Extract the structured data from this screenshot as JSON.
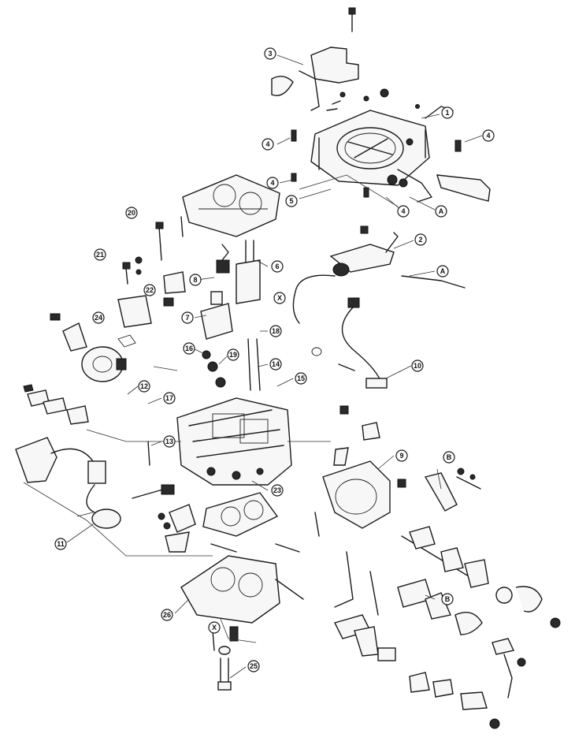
{
  "callouts": [
    {
      "id": "c1",
      "label": "1"
    },
    {
      "id": "c2",
      "label": "2"
    },
    {
      "id": "c3",
      "label": "3"
    },
    {
      "id": "c4a",
      "label": "4"
    },
    {
      "id": "c4b",
      "label": "4"
    },
    {
      "id": "c4c",
      "label": "4"
    },
    {
      "id": "c4d",
      "label": "4"
    },
    {
      "id": "c5",
      "label": "5"
    },
    {
      "id": "c6",
      "label": "6"
    },
    {
      "id": "c7",
      "label": "7"
    },
    {
      "id": "c8",
      "label": "8"
    },
    {
      "id": "c9",
      "label": "9"
    },
    {
      "id": "c10",
      "label": "10"
    },
    {
      "id": "c11",
      "label": "11"
    },
    {
      "id": "c12",
      "label": "12"
    },
    {
      "id": "c13",
      "label": "13"
    },
    {
      "id": "c14",
      "label": "14"
    },
    {
      "id": "c15",
      "label": "15"
    },
    {
      "id": "c16",
      "label": "16"
    },
    {
      "id": "c17",
      "label": "17"
    },
    {
      "id": "c18",
      "label": "18"
    },
    {
      "id": "c19",
      "label": "19"
    },
    {
      "id": "c20",
      "label": "20"
    },
    {
      "id": "c21",
      "label": "21"
    },
    {
      "id": "c22",
      "label": "22"
    },
    {
      "id": "c23",
      "label": "23"
    },
    {
      "id": "c24",
      "label": "24"
    },
    {
      "id": "c25",
      "label": "25"
    },
    {
      "id": "c26",
      "label": "26"
    },
    {
      "id": "cA1",
      "label": "A"
    },
    {
      "id": "cA2",
      "label": "A"
    },
    {
      "id": "cB1",
      "label": "B"
    },
    {
      "id": "cB2",
      "label": "B"
    },
    {
      "id": "cX1",
      "label": "X"
    },
    {
      "id": "cX2",
      "label": "X"
    }
  ]
}
